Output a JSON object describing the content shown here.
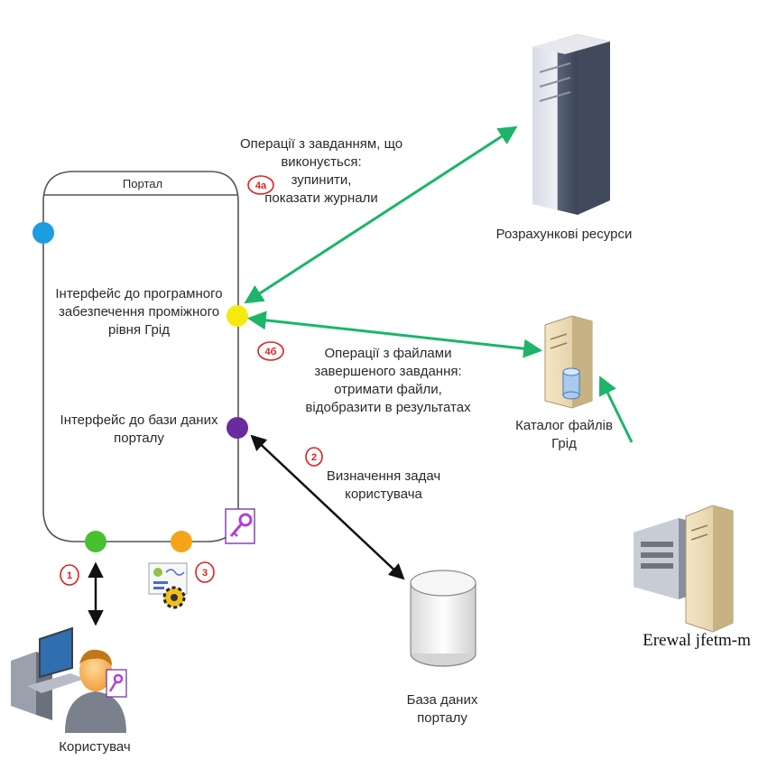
{
  "portal": {
    "title": "Портал",
    "interface_grid_line1": "Інтерфейс до програмного",
    "interface_grid_line2": "забезпечення проміжного",
    "interface_grid_line3": "рівня Грід",
    "interface_db_line1": "Інтерфейс до бази даних",
    "interface_db_line2": "порталу"
  },
  "ops_4a": {
    "badge": "4a",
    "line1": "Операції з завданням, що",
    "line2": "виконується:",
    "line3": "зупинити,",
    "line4": "показати журнали"
  },
  "ops_4b": {
    "badge": "4б",
    "line1": "Операції з файлами",
    "line2": "завершеного завдання:",
    "line3": "отримати файли,",
    "line4": "відобразити в результатах"
  },
  "step_2": {
    "badge": "2",
    "line1": "Визначення задач",
    "line2": "користувача"
  },
  "step_1": {
    "badge": "1"
  },
  "step_3": {
    "badge": "3"
  },
  "compute_resources": {
    "label": "Розрахункові ресурси"
  },
  "grid_catalog": {
    "line1": "Каталог файлів",
    "line2": "Грід"
  },
  "portal_db": {
    "line1": "База даних",
    "line2": "порталу"
  },
  "user": {
    "label": "Користувач"
  },
  "external_server": {
    "label": "Erewal jfetm-m"
  },
  "colors": {
    "arrow_green": "#1cb56a",
    "arrow_black": "#111111",
    "dot_blue": "#1e9ce0",
    "dot_yellow": "#f4ea10",
    "dot_purple": "#6a2aa0",
    "dot_green": "#48c030",
    "dot_orange": "#f5a41a",
    "badge_red": "#e02020"
  }
}
